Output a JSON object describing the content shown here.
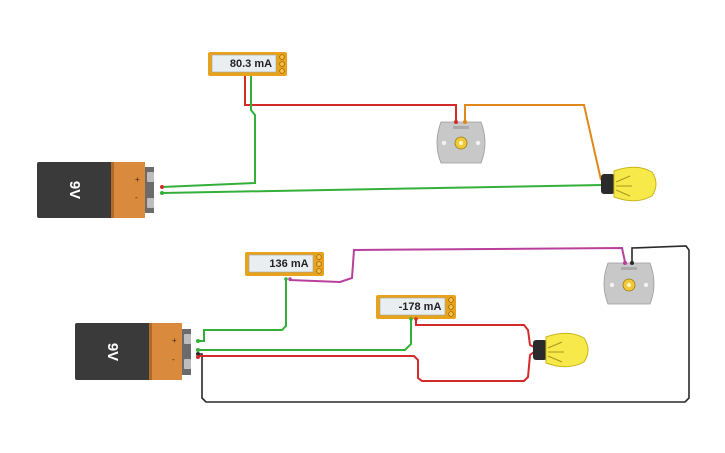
{
  "circuit_top": {
    "battery": {
      "label": "9V",
      "plus": "+",
      "minus": "-"
    },
    "ammeter": {
      "reading": "80.3 mA"
    }
  },
  "circuit_bottom": {
    "battery": {
      "label": "9V",
      "plus": "+",
      "minus": "-"
    },
    "ammeter_1": {
      "reading": "136 mA"
    },
    "ammeter_2": {
      "reading": "-178 mA"
    }
  },
  "colors": {
    "wire_red": "#d42a2a",
    "wire_green": "#34b03a",
    "wire_orange": "#e0891b",
    "wire_magenta": "#b8409c",
    "wire_black": "#2a2a2a",
    "meter_body": "#e8a21c",
    "bulb": "#f7e94a",
    "motor": "#c8c8c8"
  }
}
